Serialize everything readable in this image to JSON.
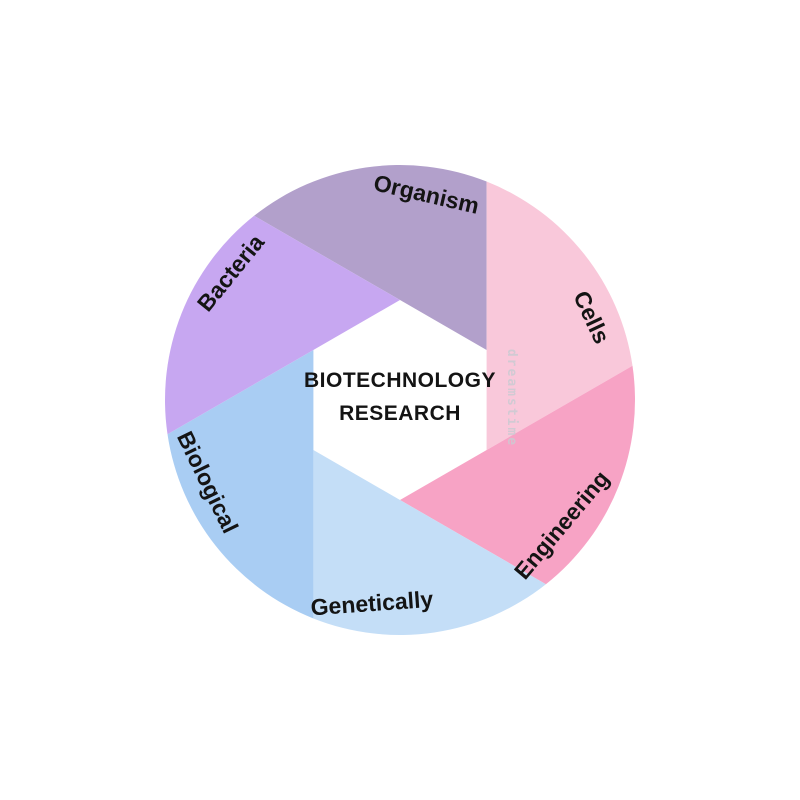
{
  "diagram": {
    "type": "circular-aperture-pinwheel",
    "background_color": "#ffffff",
    "center": {
      "line1": "BIOTECHNOLOGY",
      "line2": "RESEARCH",
      "text_color": "#141414",
      "shape": "white-hexagon"
    },
    "segments": [
      {
        "id": "organism",
        "label": "Organism",
        "color": "#b2a0cb",
        "position": "top"
      },
      {
        "id": "cells",
        "label": "Cells",
        "color": "#f9c8da",
        "position": "upper-right"
      },
      {
        "id": "engineering",
        "label": "Engineering",
        "color": "#f7a3c5",
        "position": "lower-right"
      },
      {
        "id": "genetically",
        "label": "Genetically",
        "color": "#c4def7",
        "position": "bottom"
      },
      {
        "id": "biological",
        "label": "Biological",
        "color": "#a9cdf3",
        "position": "lower-left"
      },
      {
        "id": "bacteria",
        "label": "Bacteria",
        "color": "#c7a7f1",
        "position": "upper-left"
      }
    ],
    "watermark": {
      "text": "dreamstime"
    }
  }
}
